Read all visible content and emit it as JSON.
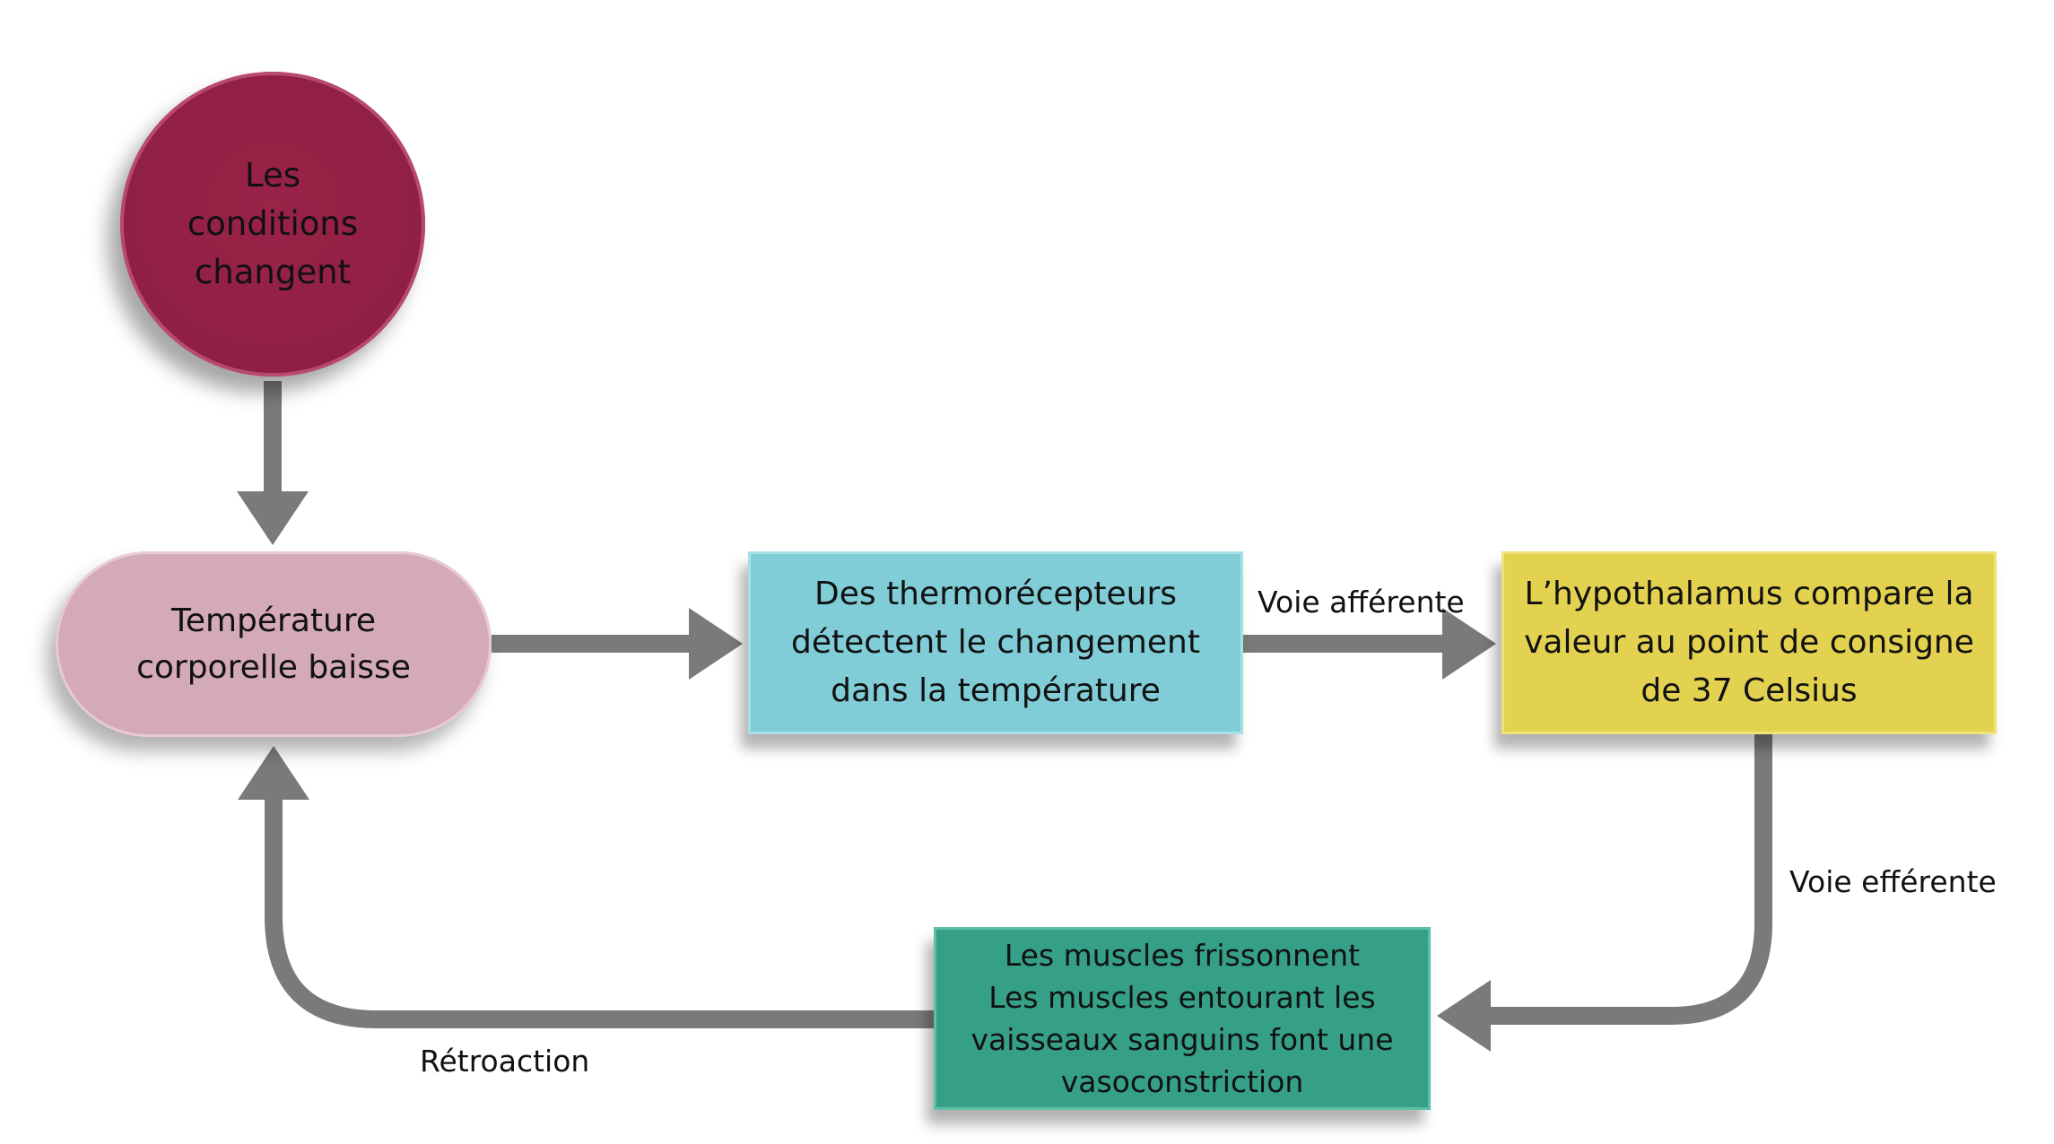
{
  "nodes": {
    "start": "Les conditions changent",
    "temperature": "Température corporelle baisse",
    "receptors": "Des thermorécepteurs détectent le changement dans la température",
    "hypothalamus": "L’hypothalamus compare la valeur au point de consigne de 37 Celsius",
    "effectors": [
      "Les muscles frissonnent",
      "Les muscles entourant les",
      "vaisseaux sanguins font une",
      "vasoconstriction"
    ]
  },
  "labels": {
    "afferent": "Voie afférente",
    "efferent": "Voie efférente",
    "feedback": "Rétroaction"
  },
  "colors": {
    "start": "#8f1f43",
    "temperature": "#d5aab8",
    "receptors": "#80cdd8",
    "hypothalamus": "#e3d250",
    "effectors": "#35a087",
    "arrow": "#7a7a7a"
  }
}
